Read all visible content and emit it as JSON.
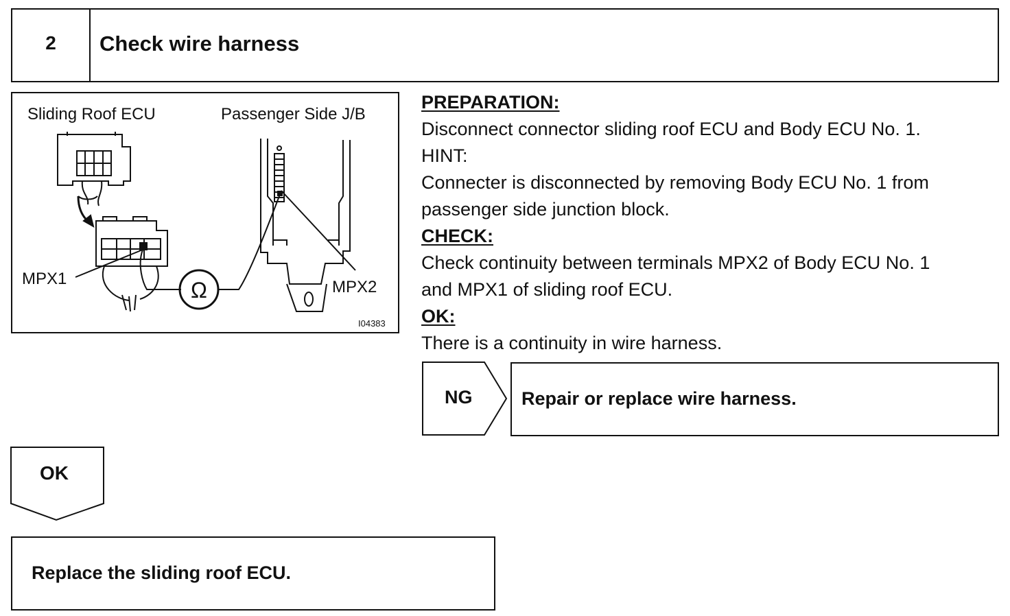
{
  "step": {
    "number": "2",
    "title": "Check wire harness"
  },
  "diagram": {
    "label_left": "Sliding Roof ECU",
    "label_right": "Passenger Side J/B",
    "label_mpx1": "MPX1",
    "label_mpx2": "MPX2",
    "ohm_symbol": "Ω",
    "figure_id": "I04383"
  },
  "preparation": {
    "heading": "PREPARATION:",
    "text": "Disconnect connector sliding roof ECU and Body ECU No. 1."
  },
  "hint": {
    "heading": "HINT:",
    "line1": "Connecter is disconnected by removing Body ECU No. 1 from",
    "line2": "passenger side junction block."
  },
  "check": {
    "heading": "CHECK:",
    "line1": "Check continuity between terminals MPX2 of Body ECU No. 1",
    "line2": "and MPX1 of sliding roof ECU."
  },
  "ok_spec": {
    "heading": "OK:",
    "text": "There is a continuity in wire harness."
  },
  "ng_branch": {
    "label": "NG",
    "action": "Repair or replace wire harness."
  },
  "ok_branch": {
    "label": "OK",
    "action": "Replace the sliding roof ECU."
  }
}
